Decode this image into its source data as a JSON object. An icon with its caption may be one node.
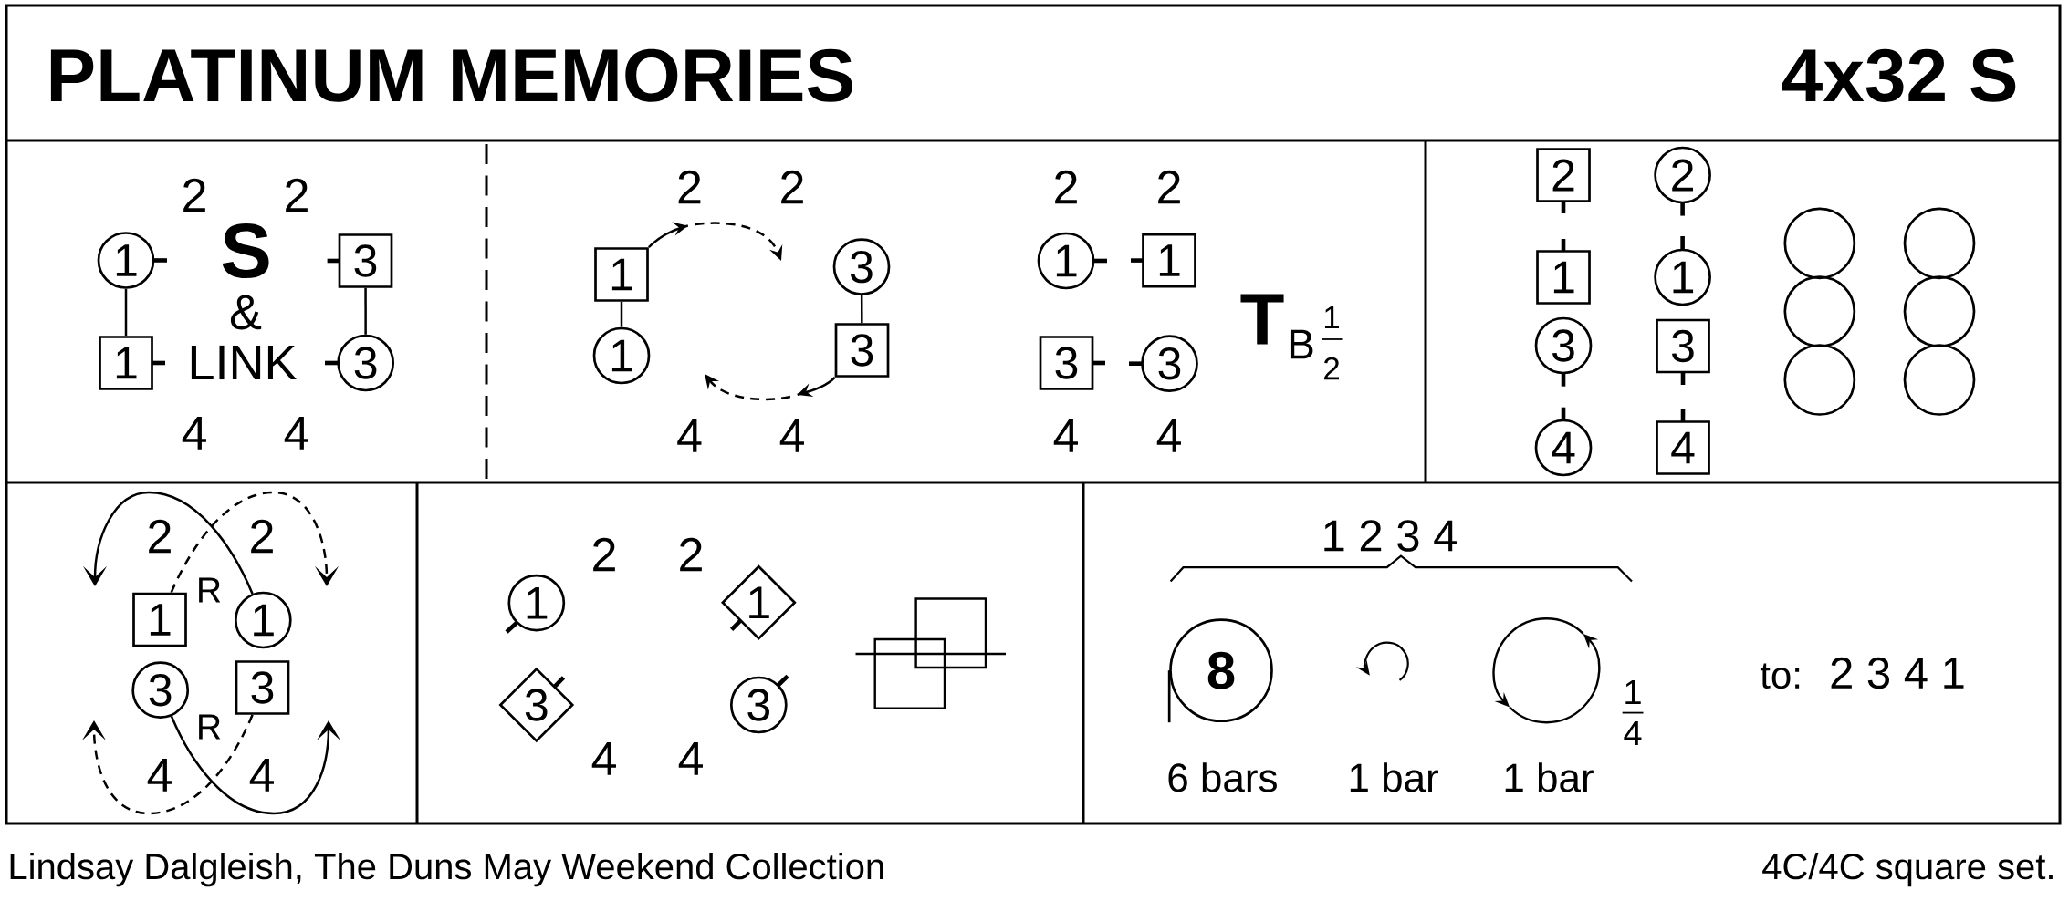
{
  "diagram": {
    "title": "PLATINUM MEMORIES",
    "nodes": [
      {
        "text": [
          "1"
        ]
      },
      {
        "text": [
          "3"
        ]
      },
      {
        "text": [
          "1"
        ]
      },
      {
        "text": [
          "3"
        ]
      },
      {
        "text": [
          "1"
        ]
      },
      {
        "text": [
          "3"
        ]
      },
      {
        "text": [
          "1"
        ]
      },
      {
        "text": [
          "3"
        ]
      },
      {
        "text": [
          "1"
        ]
      },
      {
        "text": [
          "1"
        ]
      },
      {
        "text": [
          "3"
        ]
      },
      {
        "text": [
          "3"
        ]
      },
      {
        "text": [
          "2"
        ]
      },
      {
        "text": [
          "2"
        ]
      },
      {
        "text": [
          "1"
        ]
      },
      {
        "text": [
          "1"
        ]
      },
      {
        "text": [
          "3"
        ]
      },
      {
        "text": [
          "3"
        ]
      },
      {
        "text": [
          "4"
        ]
      },
      {
        "text": [
          "4"
        ]
      },
      {
        "text": [
          "1"
        ]
      },
      {
        "text": [
          "1"
        ]
      },
      {
        "text": [
          "3"
        ]
      },
      {
        "text": [
          "3"
        ]
      },
      {
        "text": [
          "1"
        ]
      },
      {
        "text": [
          "1"
        ]
      },
      {
        "text": [
          "3"
        ]
      },
      {
        "text": [
          "3"
        ]
      },
      {
        "text": [
          "8"
        ],
        "beside": [
          "6 bars"
        ]
      }
    ],
    "edges": [
      {
        "from": 0,
        "to": 2,
        "arrow": "none"
      },
      {
        "from": 1,
        "to": 3,
        "arrow": "none"
      },
      {
        "from": 4,
        "to": 6,
        "arrow": "none"
      },
      {
        "from": 5,
        "to": 7,
        "arrow": "none"
      },
      {
        "from": 4,
        "to": null,
        "arrow": "to",
        "style": "dashed"
      },
      {
        "from": 7,
        "to": null,
        "arrow": "to",
        "style": "dashed"
      },
      {
        "from": 21,
        "to": null,
        "arrow": "to"
      },
      {
        "from": 20,
        "to": null,
        "arrow": "to",
        "style": "dashed"
      },
      {
        "from": 22,
        "to": null,
        "arrow": "to"
      },
      {
        "from": 23,
        "to": null,
        "arrow": "to",
        "style": "dashed"
      }
    ],
    "labels": [
      "4x32 S",
      "2",
      "2",
      "S",
      "&",
      "LINK",
      "4",
      "4",
      "2",
      "2",
      "4",
      "4",
      "2",
      "2",
      "T",
      "B",
      "1",
      "2",
      "4",
      "4",
      "2",
      "2",
      "R",
      "R",
      "4",
      "4",
      "2",
      "2",
      "4",
      "4",
      "1 2 3 4",
      "1 bar",
      "1 bar",
      "1",
      "4",
      "to:",
      "2 3 4 1",
      "Lindsay Dalgleish, The Duns May Weekend Collection",
      "4C/4C square set."
    ]
  }
}
